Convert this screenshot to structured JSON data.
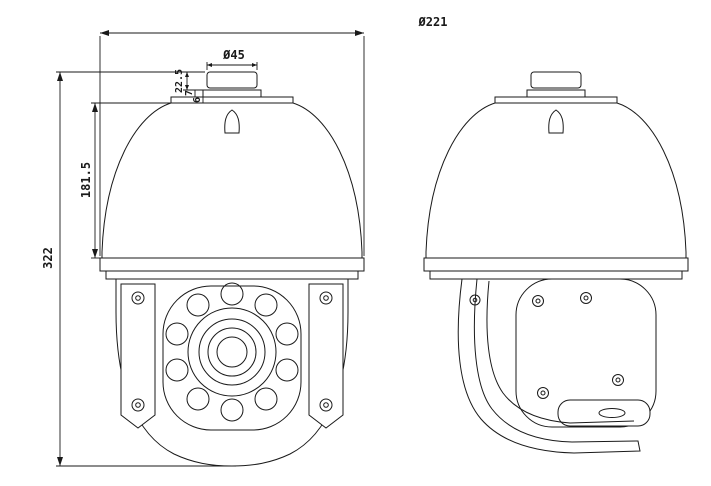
{
  "colors": {
    "line": "#1a1a1a",
    "background": "#ffffff"
  },
  "labels": {
    "dome_diameter": "Ø221",
    "connector_diameter": "Ø45",
    "connector_height": "22.5",
    "upper_collar_height": "7",
    "lower_collar_height": "6",
    "dome_height": "181.5",
    "overall_height": "322"
  }
}
